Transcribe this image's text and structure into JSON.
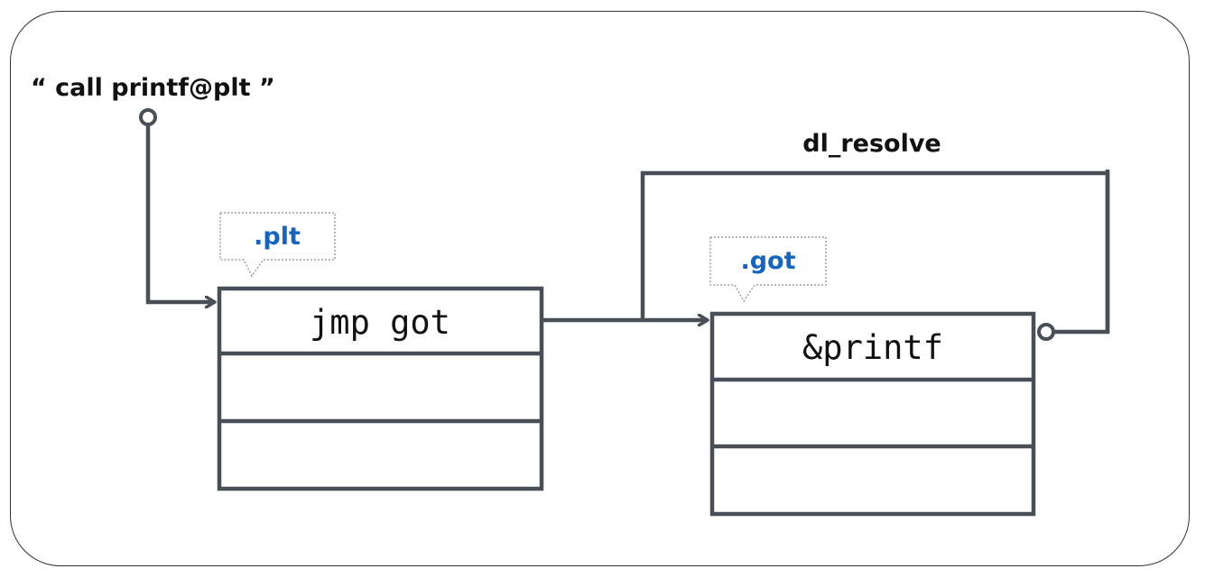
{
  "caption": "“ call printf@plt ”",
  "plt_section": {
    "tag": ".plt",
    "rows": [
      "jmp got",
      "",
      ""
    ]
  },
  "got_section": {
    "tag": ".got",
    "rows": [
      "&printf",
      "",
      ""
    ]
  },
  "resolver_label": "dl_resolve",
  "colors": {
    "line": "#4a4f57",
    "tag_text": "#1565c0",
    "tag_border": "#9e9e9e",
    "text": "#111111",
    "frame": "#333333"
  }
}
